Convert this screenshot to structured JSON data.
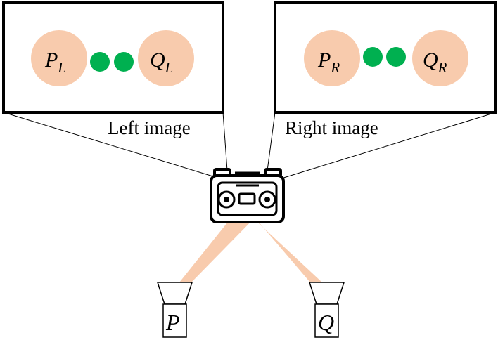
{
  "colors": {
    "circle_fill": "#f8cbad",
    "dot_fill": "#00b050",
    "beam_fill": "#f8cbad",
    "stroke": "#000000",
    "background": "#ffffff"
  },
  "left_panel": {
    "caption": "Left image",
    "point_p": {
      "base": "P",
      "sub": "L"
    },
    "point_q": {
      "base": "Q",
      "sub": "L"
    }
  },
  "right_panel": {
    "caption": "Right image",
    "point_p": {
      "base": "P",
      "sub": "R"
    },
    "point_q": {
      "base": "Q",
      "sub": "R"
    }
  },
  "camera": {
    "icon": "stereo-camera-icon"
  },
  "markers": {
    "p": {
      "label": "P",
      "icon": "marker-p-icon"
    },
    "q": {
      "label": "Q",
      "icon": "marker-q-icon"
    }
  }
}
